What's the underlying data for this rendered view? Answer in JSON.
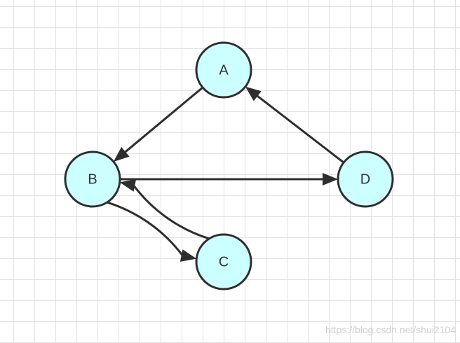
{
  "graph": {
    "nodes": [
      {
        "id": "A",
        "label": "A"
      },
      {
        "id": "B",
        "label": "B"
      },
      {
        "id": "C",
        "label": "C"
      },
      {
        "id": "D",
        "label": "D"
      }
    ],
    "edges": [
      {
        "from": "A",
        "to": "B"
      },
      {
        "from": "B",
        "to": "D"
      },
      {
        "from": "D",
        "to": "A"
      },
      {
        "from": "B",
        "to": "C"
      },
      {
        "from": "C",
        "to": "B"
      }
    ],
    "colors": {
      "node_fill": "#ccffff",
      "node_stroke": "#2e2e2e",
      "edge": "#2e2e2e",
      "label": "#333333",
      "grid": "#e3e3e3"
    }
  },
  "watermark": "https://blog.csdn.net/shui2104"
}
